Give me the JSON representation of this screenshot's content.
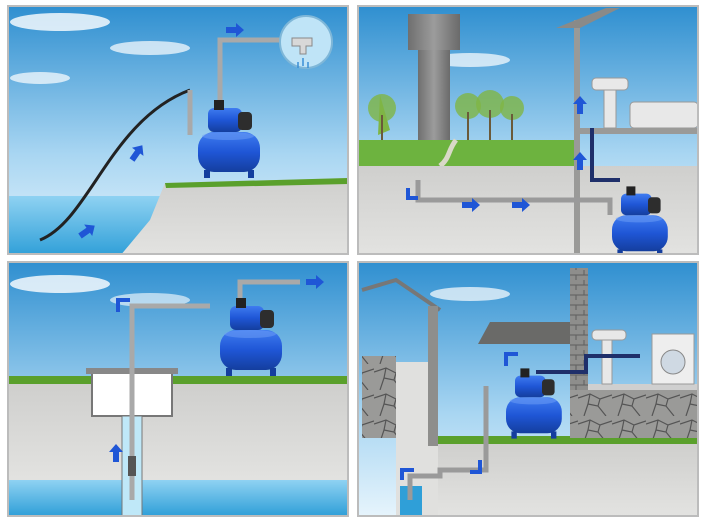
{
  "figure": {
    "panels": [
      {
        "id": "surface-water",
        "source": "lake"
      },
      {
        "id": "water-tower",
        "source": "water-tower"
      },
      {
        "id": "well-underground",
        "source": "borehole"
      },
      {
        "id": "house-well",
        "source": "well"
      }
    ]
  },
  "colors": {
    "sky_top": "#2f8fd0",
    "sky_bottom": "#dff0fb",
    "water": "#53b8e6",
    "ground": "#d7d7d5",
    "ground_dark": "#bdbdbb",
    "grass": "#5aa02c",
    "pump_blue": "#1f56d6",
    "pump_dark": "#163c9a",
    "pipe": "#a9a9a9",
    "arrow": "#1f56d6",
    "frame": "#bcbcbc"
  },
  "icons": [
    "pump-icon",
    "faucet-icon",
    "flow-arrow-icon",
    "sink-icon",
    "bathtub-icon",
    "washing-machine-icon"
  ]
}
